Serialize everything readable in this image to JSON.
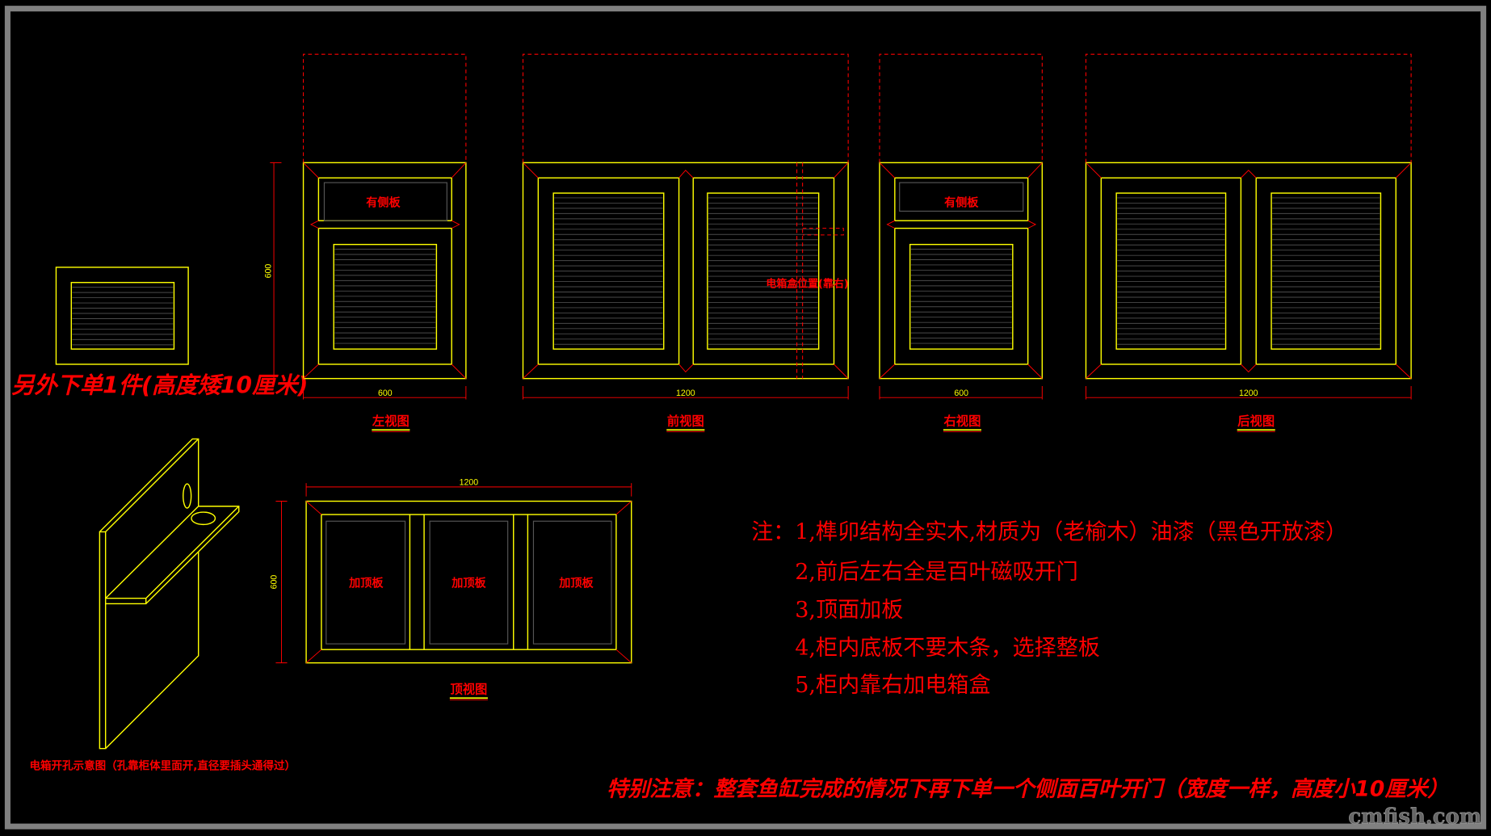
{
  "colors": {
    "background": "#000000",
    "lines": "#ffff00",
    "annotation": "#ff0000",
    "frame": "#808080"
  },
  "extra_panel": {
    "note": "另外下单1件(高度矮10厘米)"
  },
  "views": {
    "left": {
      "title": "左视图",
      "width_dim": "600",
      "height_dim": "600",
      "drawer_label": "有侧板"
    },
    "front": {
      "title": "前视图",
      "width_dim": "1200",
      "box_label": "电箱盒位置(靠右)"
    },
    "right": {
      "title": "右视图",
      "width_dim": "600",
      "drawer_label": "有侧板"
    },
    "back": {
      "title": "后视图",
      "width_dim": "1200"
    },
    "top": {
      "title": "顶视图",
      "width_dim": "1200",
      "height_dim": "600",
      "panel_labels": [
        "加顶板",
        "加顶板",
        "加顶板"
      ]
    }
  },
  "iso": {
    "caption": "电箱开孔示意图（孔靠柜体里面开,直径要插头通得过）"
  },
  "notes": [
    "注：1,榫卯结构全实木,材质为（老榆木）油漆（黑色开放漆）",
    "2,前后左右全是百叶磁吸开门",
    "3,顶面加板",
    "4,柜内底板不要木条，选择整板",
    "5,柜内靠右加电箱盒"
  ],
  "special_note": "特别注意：整套鱼缸完成的情况下再下单一个侧面百叶开门（宽度一样，高度小10厘米）",
  "watermark": "cmfish.com"
}
